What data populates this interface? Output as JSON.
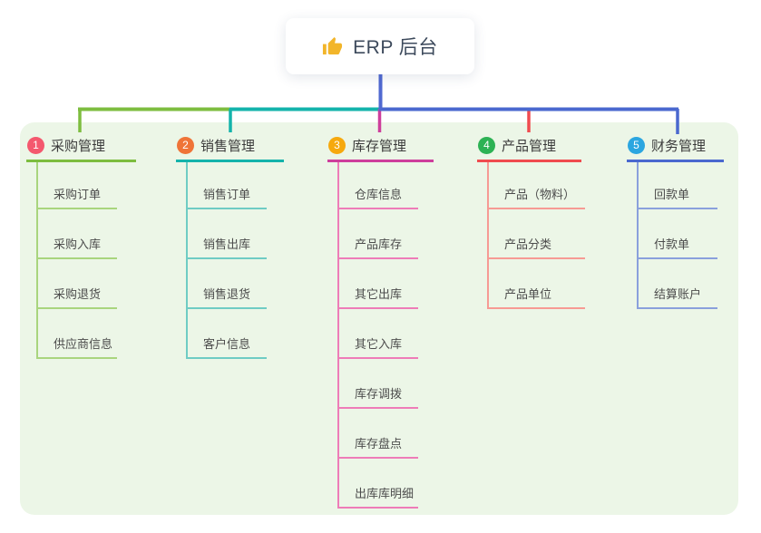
{
  "root": {
    "icon": "thumbs-up-icon",
    "label": "ERP 后台"
  },
  "colors": {
    "panel_bg": "#ecf6e7",
    "stem": "#5069d1",
    "root_icon": "#f2b52a"
  },
  "branches": [
    {
      "badge": "1",
      "label": "采购管理",
      "badge_color": "#f4586e",
      "line_color": "#7dbd3f",
      "child_line_color": "#a9d57e",
      "children": [
        "采购订单",
        "采购入库",
        "采购退货",
        "供应商信息"
      ]
    },
    {
      "badge": "2",
      "label": "销售管理",
      "badge_color": "#ef7438",
      "line_color": "#14b3ab",
      "child_line_color": "#6fccc4",
      "children": [
        "销售订单",
        "销售出库",
        "销售退货",
        "客户信息"
      ]
    },
    {
      "badge": "3",
      "label": "库存管理",
      "badge_color": "#f6a90e",
      "line_color": "#ce3e9c",
      "child_line_color": "#ee7cb8",
      "children": [
        "仓库信息",
        "产品库存",
        "其它出库",
        "其它入库",
        "库存调拨",
        "库存盘点",
        "出库库明细"
      ]
    },
    {
      "badge": "4",
      "label": "产品管理",
      "badge_color": "#2db254",
      "line_color": "#f04b4f",
      "child_line_color": "#f79a94",
      "children": [
        "产品（物料）",
        "产品分类",
        "产品单位"
      ]
    },
    {
      "badge": "5",
      "label": "财务管理",
      "badge_color": "#2ba6e0",
      "line_color": "#4a68cf",
      "child_line_color": "#8aa0dc",
      "children": [
        "回款单",
        "付款单",
        "结算账户"
      ]
    }
  ]
}
